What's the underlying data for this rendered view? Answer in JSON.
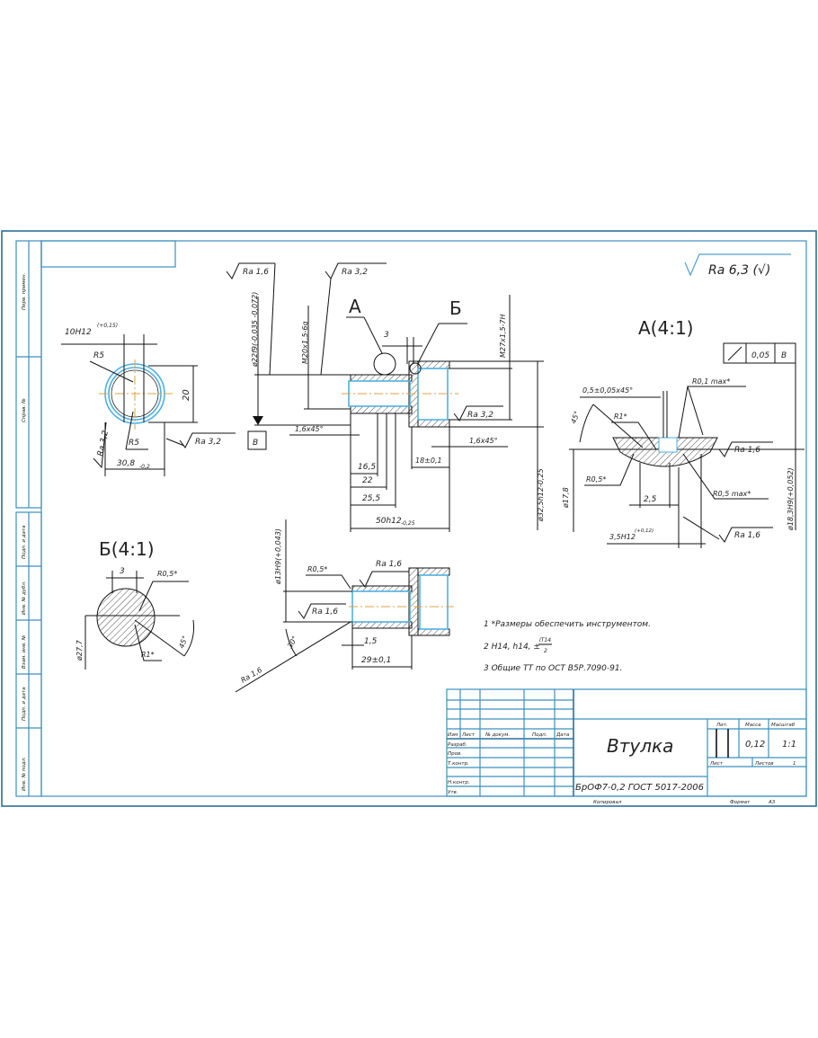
{
  "drawing": {
    "general_roughness": "Ra 6,3 (√)",
    "left_view": {
      "slot_width": "10H12",
      "slot_tol": "(+0,15)",
      "r5_top": "R5",
      "r5_bottom": "R5",
      "flat": "20",
      "ra_vertical": "Ra 3,2",
      "ra_side": "Ra 3,2",
      "across_flats": "30,8",
      "across_flats_tol": "-0,2"
    },
    "main_view": {
      "ra_top_left": "Ra 1,6",
      "ra_top_mid": "Ra 3,2",
      "callout_a": "A",
      "callout_b": "Б",
      "dim_3": "3",
      "dia_22": "ø22f9(-0,035 -0,072)",
      "thread_m20": "M20x1,5-6g",
      "thread_m27": "M27x1,5-7H",
      "ra_right": "Ra 3,2",
      "datum": "B",
      "chamfer_left": "1,6x45°",
      "chamfer_right": "1,6x45°",
      "dim_16_5": "16,5",
      "dim_22": "22",
      "dim_25_5": "25,5",
      "dim_18": "18±0,1",
      "dim_50": "50h12",
      "dim_50_tol": "-0,25",
      "dia_32_5": "ø32,5h12-0,25"
    },
    "detail_a": {
      "title": "A(4:1)",
      "tol_value": "0,05",
      "tol_datum": "B",
      "chamfer": "0,5±0,05x45°",
      "r01": "R0,1 max*",
      "r1": "R1*",
      "angle": "45°",
      "r05": "R0,5*",
      "ra_top": "Ra 1,6",
      "dia_17_8": "ø17,8",
      "dim_2_5": "2,5",
      "r05max": "R0,5 max*",
      "dia_18_3": "ø18,3H9(+0,052)",
      "dim_3_5": "3,5H12",
      "dim_3_5_tol": "(+0,12)",
      "ra_bottom": "Ra 1,6"
    },
    "detail_b": {
      "title": "Б(4:1)",
      "dim_3": "3",
      "r05": "R0,5*",
      "dia_27_7": "ø27,7",
      "r1": "R1*",
      "angle": "45°"
    },
    "lower_view": {
      "dia_13": "ø13H9(+0,043)",
      "r05": "R0,5*",
      "ra_top": "Ra 1,6",
      "ra_mid": "Ra 1,6",
      "angle": "30°",
      "ra_diag": "Ra 1,6",
      "dim_1_5": "1,5",
      "dim_29": "29±0,1"
    },
    "notes": [
      "1 *Размеры обеспечить инструментом.",
      "2 H14, h14, ±",
      "3 Общие ТТ по ОСТ В5Р.7090-91."
    ],
    "note2_frac_num": "IT14",
    "note2_frac_den": "2"
  },
  "title_block": {
    "headers": [
      "Изм",
      "Лист",
      "№ докум.",
      "Подп.",
      "Дата"
    ],
    "roles": [
      "Разраб.",
      "Пров.",
      "Т.контр.",
      "Н.контр.",
      "Утв."
    ],
    "part_name": "Втулка",
    "material": "БрОФ7-0,2 ГОСТ 5017-2006",
    "lit_label": "Лит.",
    "mass_label": "Масса",
    "scale_label": "Масштаб",
    "mass": "0,12",
    "scale": "1:1",
    "sheet_label": "Лист",
    "sheets_label": "Листов",
    "sheets": "1",
    "copied": "Копировал",
    "format_label": "Формат",
    "format": "А3"
  },
  "side_strip": [
    "Перв. примен.",
    "Справ. №",
    "Подп. и дата",
    "Инв. № дубл.",
    "Взам. инв. №",
    "Подп. и дата",
    "Инв. № подл."
  ]
}
